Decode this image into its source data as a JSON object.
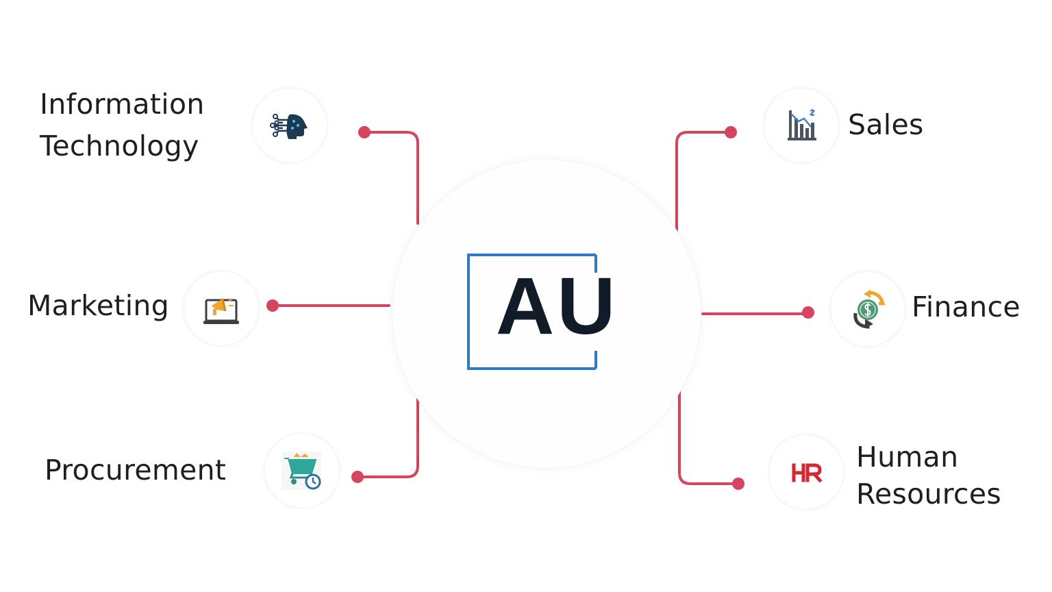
{
  "center": {
    "logo_text": "AU"
  },
  "departments": {
    "it": {
      "label_line1": "Information",
      "label_line2": "Technology",
      "icon": "ai-head-icon"
    },
    "marketing": {
      "label": "Marketing",
      "icon": "laptop-megaphone-icon"
    },
    "procurement": {
      "label": "Procurement",
      "icon": "shopping-cart-clock-icon"
    },
    "sales": {
      "label": "Sales",
      "icon": "bar-chart-icon"
    },
    "finance": {
      "label": "Finance",
      "icon": "money-cycle-icon"
    },
    "hr": {
      "label_line1": "Human",
      "label_line2": "Resources",
      "icon": "hr-icon"
    }
  },
  "colors": {
    "connector": "#d6455d",
    "logo_frame": "#2e7bc4",
    "logo_text": "#121c28",
    "hr_red": "#d62631"
  }
}
